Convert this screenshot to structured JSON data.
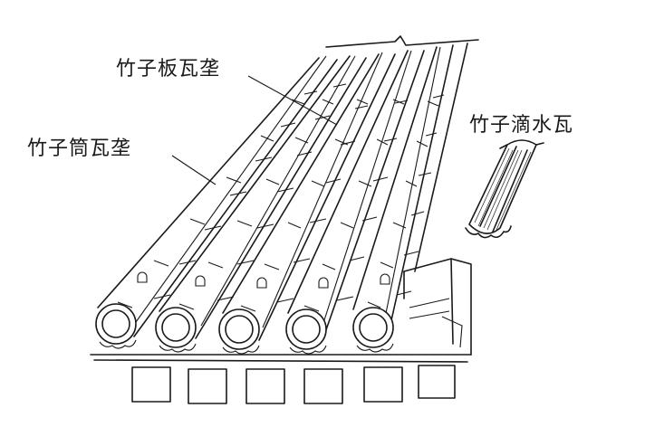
{
  "labels": {
    "board_tile": "竹子板瓦垄",
    "tube_tile": "竹子筒瓦垄",
    "drip_tile": "竹子滴水瓦"
  }
}
